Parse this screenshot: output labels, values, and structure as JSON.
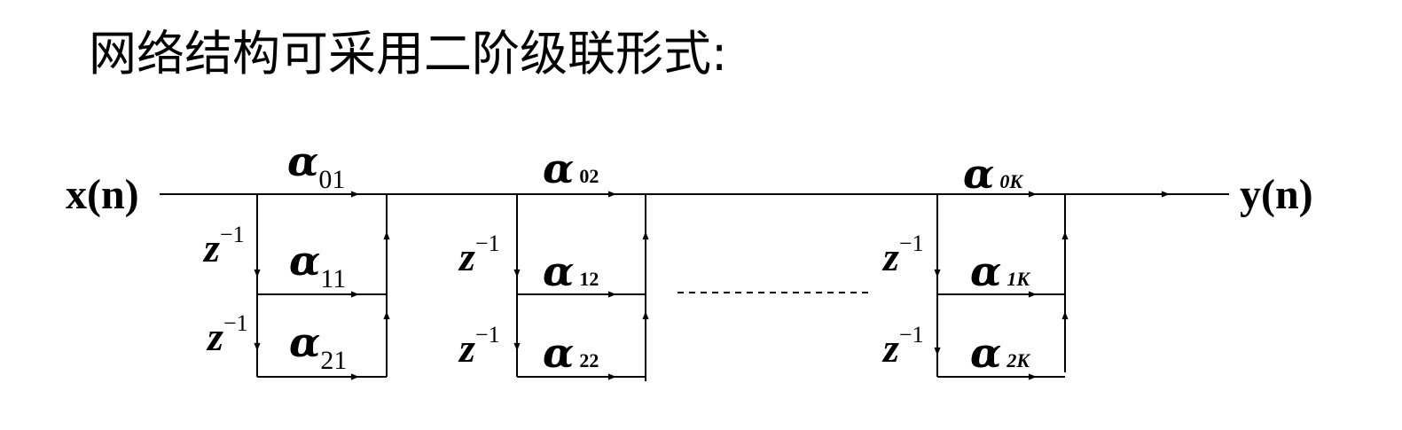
{
  "title": "网络结构可采用二阶级联形式:",
  "diagram": {
    "input_label": "x(n)",
    "output_label": "y(n)",
    "coefficient_symbol": "α",
    "delay_symbol": "z",
    "delay_exponent": "−1",
    "stages": [
      {
        "coefficients": [
          "01",
          "11",
          "21"
        ]
      },
      {
        "coefficients": [
          "02",
          "12",
          "22"
        ]
      },
      {
        "coefficients": [
          "0K",
          "1K",
          "2K"
        ]
      }
    ]
  }
}
